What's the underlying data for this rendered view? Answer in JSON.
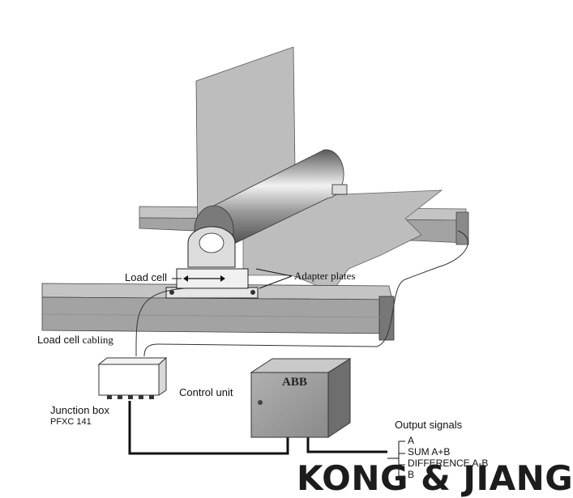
{
  "labels": {
    "load_cell": "Load cell",
    "adapter_plates": "Adapter plates",
    "cabling_prefix": "Load cell",
    "cabling_suffix": "cabling",
    "junction_box": "Junction box",
    "junction_box_model": "PFXC 141",
    "control_unit": "Control unit",
    "output_signals": "Output signals"
  },
  "outputs": [
    "A",
    "SUM A+B",
    "DIFFERENCE A-B",
    "B"
  ],
  "logo": "ABB",
  "watermark": "KONG & JIANG",
  "colors": {
    "beam_top": "#c4c4c4",
    "beam_side": "#a3a3a3",
    "control_unit_front": "#9a9a9a",
    "control_unit_side": "#6e6e6e",
    "paper_web": "#bdbdbd"
  }
}
